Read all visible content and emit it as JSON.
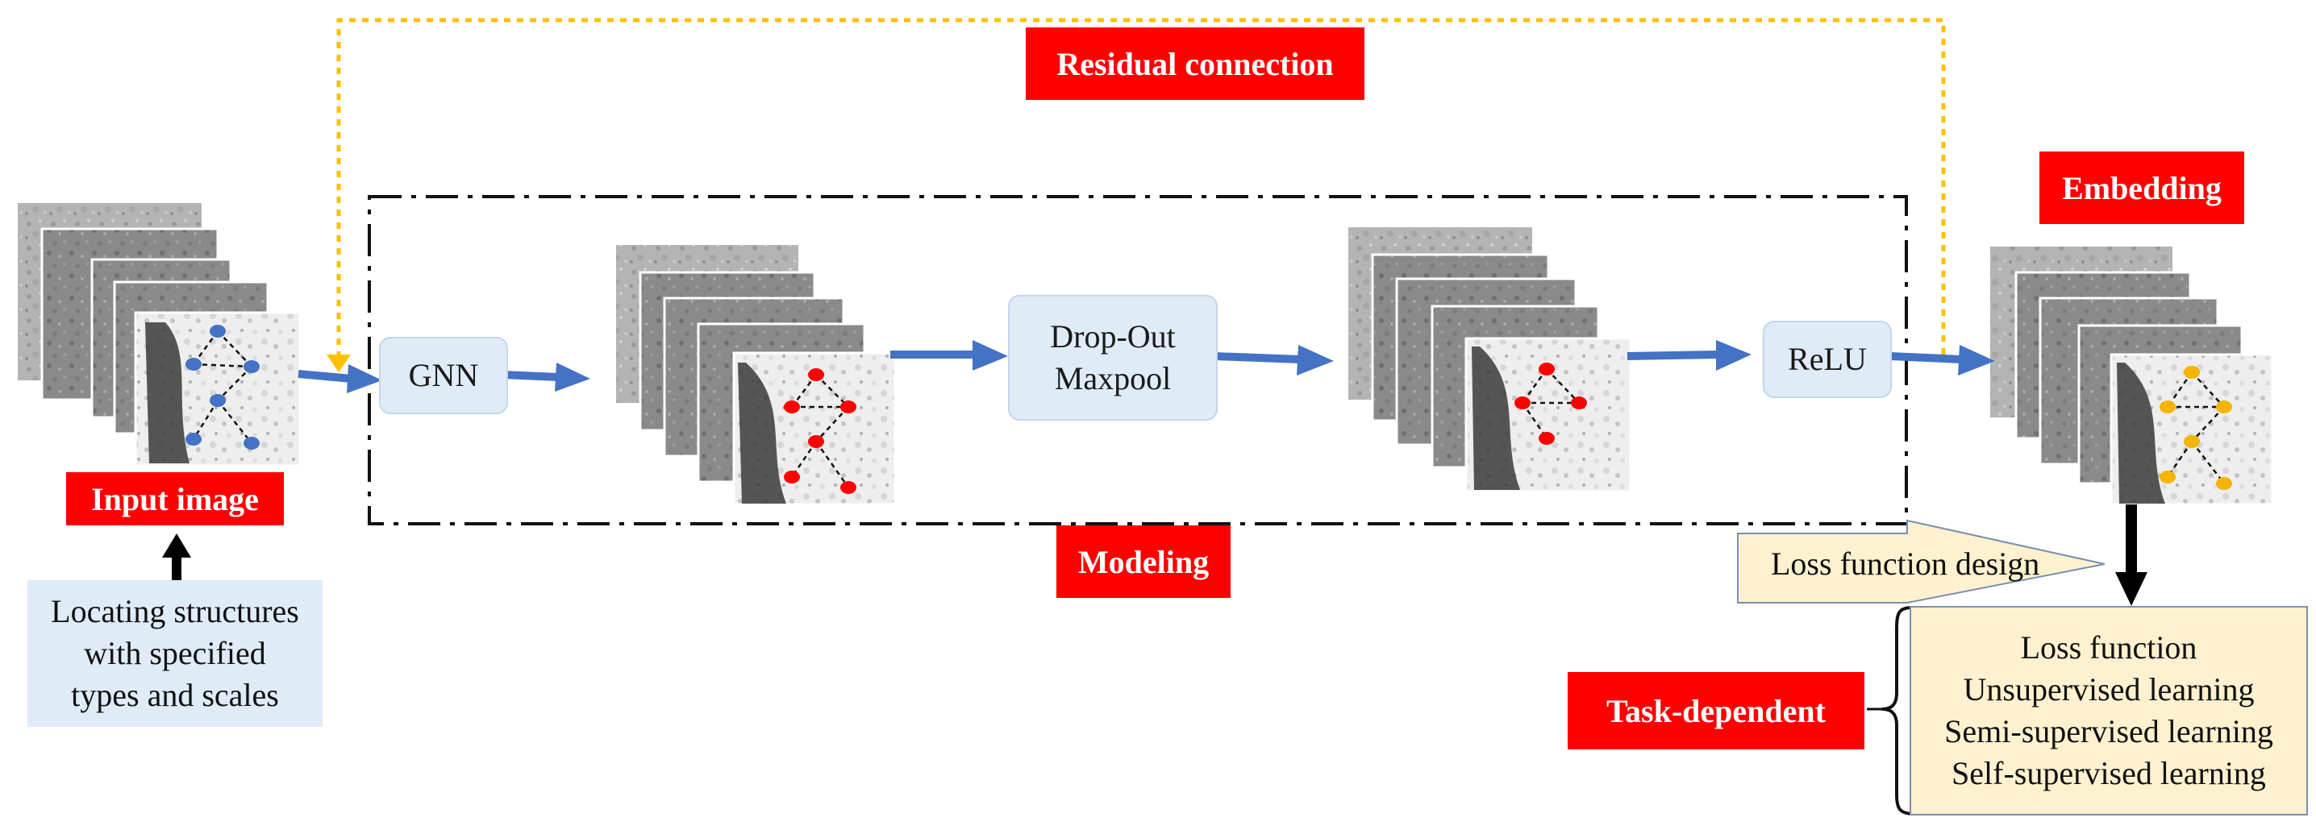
{
  "labels": {
    "residual": "Residual connection",
    "embedding": "Embedding",
    "input_image": "Input image",
    "modeling": "Modeling",
    "task_dependent": "Task-dependent"
  },
  "ops": {
    "gnn": "GNN",
    "dropout": "Drop-Out",
    "maxpool": "Maxpool",
    "relu": "ReLU"
  },
  "input_note": {
    "line1": "Locating structures",
    "line2": "with specified",
    "line3": "types and scales"
  },
  "loss_design": "Loss function design",
  "task_lines": {
    "line1": "Loss function",
    "line2": "Unsupervised learning",
    "line3": "Semi-supervised learning",
    "line4": "Self-supervised learning"
  },
  "colors": {
    "label_red": "#ff0000",
    "arrow_blue": "#4472c4",
    "residual_orange": "#ffc000",
    "node_blue": "#4472c4",
    "node_red": "#ff0000",
    "node_yellow": "#f4b400",
    "op_fill": "#dfebf7",
    "task_fill": "#fdf1cf"
  },
  "graph_node_colors": [
    "blue",
    "red",
    "red",
    "yellow"
  ]
}
